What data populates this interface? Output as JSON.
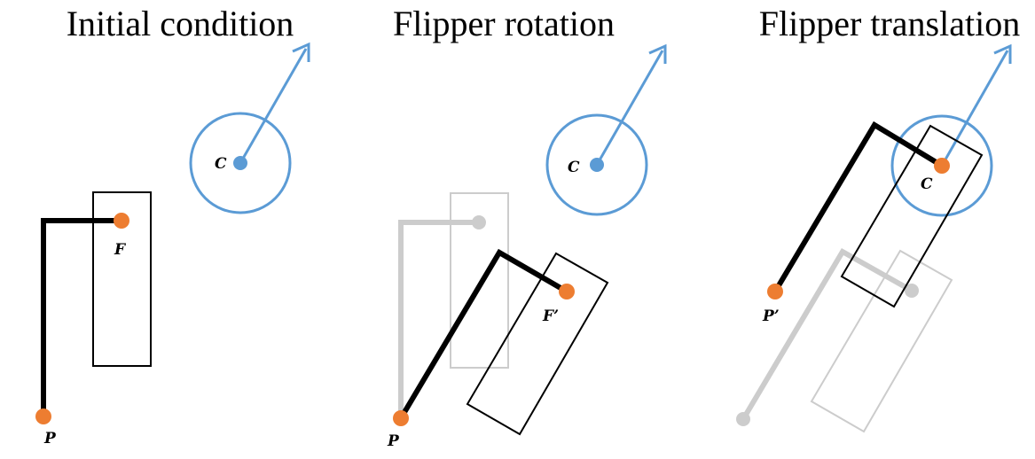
{
  "colors": {
    "ball": "#5b9bd5",
    "arm": "#000000",
    "ghost": "#cccccc",
    "point": "#ed7d31"
  },
  "panels": [
    {
      "title": "Initial condition",
      "ball_label": "C",
      "flipper_label": "F",
      "pivot_label": "P"
    },
    {
      "title": "Flipper rotation",
      "ball_label": "C",
      "flipper_label": "F’",
      "pivot_label": "P"
    },
    {
      "title": "Flipper translation",
      "ball_label": "C",
      "pivot_label": "P’"
    }
  ]
}
